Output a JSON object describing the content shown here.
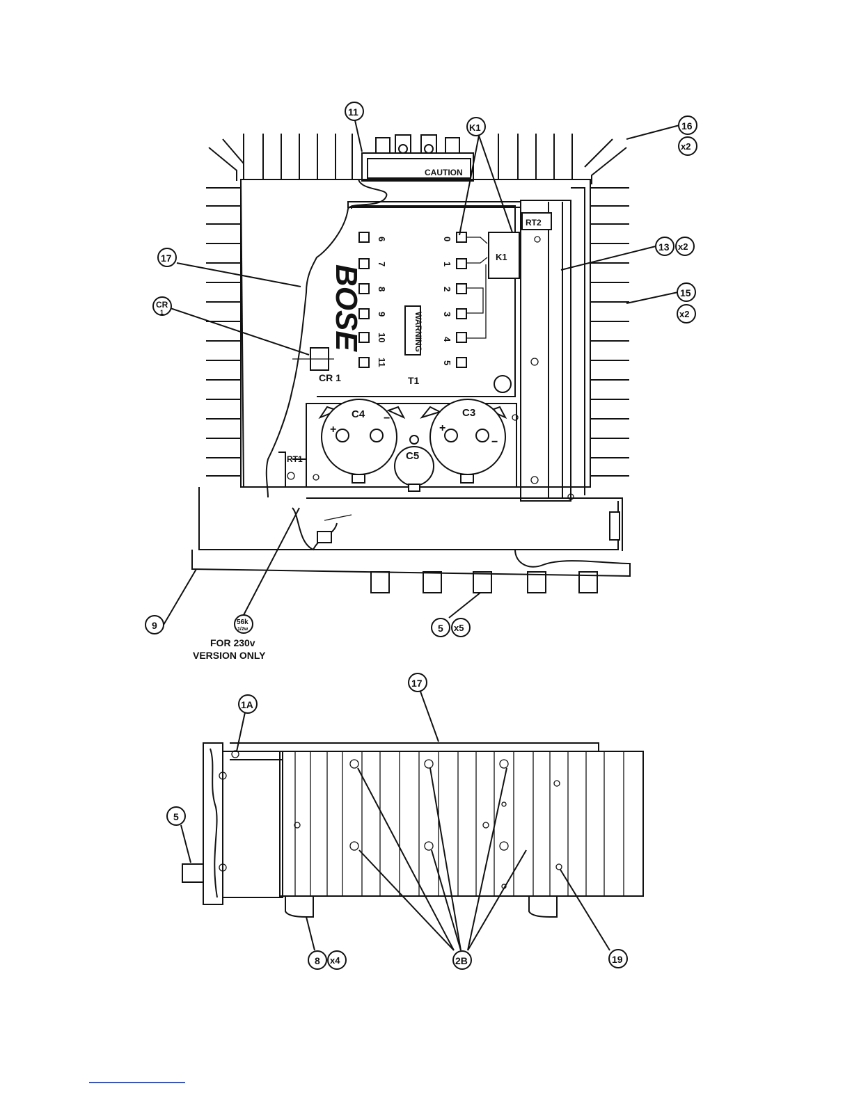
{
  "callouts": {
    "c11": "11",
    "k1": "K1",
    "c16": "16",
    "c16x": "x2",
    "c13": "13",
    "c13x": "x2",
    "c15": "15",
    "c15x": "x2",
    "c17top": "17",
    "cr": "CR",
    "cr_sub": "1",
    "c9": "9",
    "r56k": "56k",
    "r56k_sub": "1/2w",
    "c5": "5",
    "c5x": "x5",
    "c17bot": "17",
    "c1a": "1A",
    "c5side": "5",
    "c8": "8",
    "c8x": "x4",
    "c2b": "2B",
    "c19": "19"
  },
  "labels": {
    "caution": "CAUTION",
    "rt2": "RT2",
    "rt1": "RT1",
    "k1_box": "K1",
    "cr1": "CR 1",
    "t1": "T1",
    "warning": "WARNING",
    "brand": "BOSE",
    "c4": "C4",
    "c3": "C3",
    "c5cap": "C5",
    "plus": "+",
    "minus": "−",
    "note_line1": "FOR 230v",
    "note_line2": "VERSION ONLY"
  },
  "terminals": {
    "left": [
      "6",
      "7",
      "8",
      "9",
      "10",
      "11"
    ],
    "right": [
      "0",
      "1",
      "2",
      "3",
      "4",
      "5"
    ]
  }
}
